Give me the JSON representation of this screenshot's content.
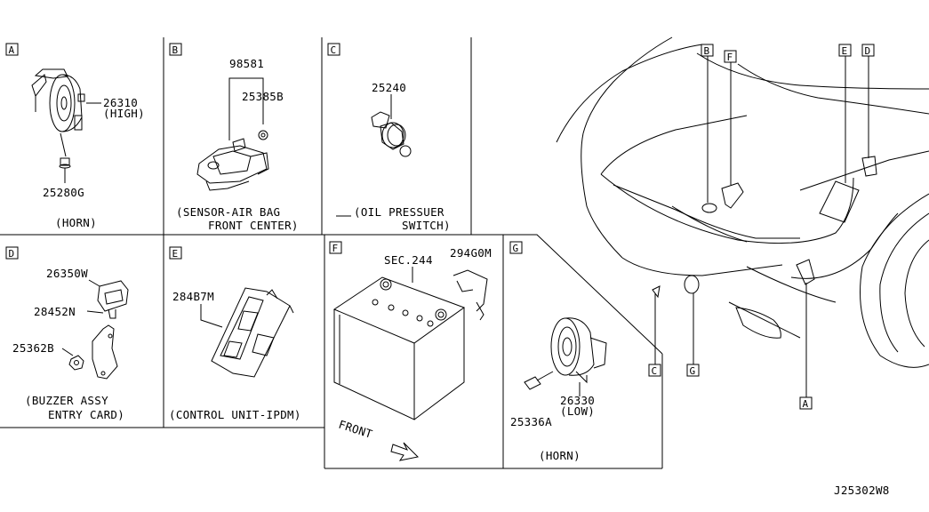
{
  "panels": {
    "A": {
      "tag": "A",
      "parts": [
        "26310",
        "(HIGH)",
        "25280G"
      ],
      "caption": "(HORN)"
    },
    "B": {
      "tag": "B",
      "parts": [
        "98581",
        "25385B"
      ],
      "caption_line1": "(SENSOR-AIR BAG",
      "caption_line2": "FRONT CENTER)"
    },
    "C": {
      "tag": "C",
      "parts": [
        "25240"
      ],
      "caption_line1": "(OIL PRESSUER",
      "caption_line2": "SWITCH)"
    },
    "D": {
      "tag": "D",
      "parts": [
        "26350W",
        "28452N",
        "25362B"
      ],
      "caption_line1": "(BUZZER ASSY",
      "caption_line2": "ENTRY CARD)"
    },
    "E": {
      "tag": "E",
      "parts": [
        "284B7M"
      ],
      "caption": "(CONTROL UNIT-IPDM)"
    },
    "F": {
      "tag": "F",
      "parts": [
        "SEC.244",
        "294G0M"
      ],
      "front_label": "FRONT"
    },
    "G": {
      "tag": "G",
      "parts": [
        "26330",
        "(LOW)",
        "25336A"
      ],
      "caption": "(HORN)"
    }
  },
  "vehicle_callouts": [
    "B",
    "F",
    "E",
    "D",
    "C",
    "G",
    "A"
  ],
  "diagram_id": "J25302W8"
}
